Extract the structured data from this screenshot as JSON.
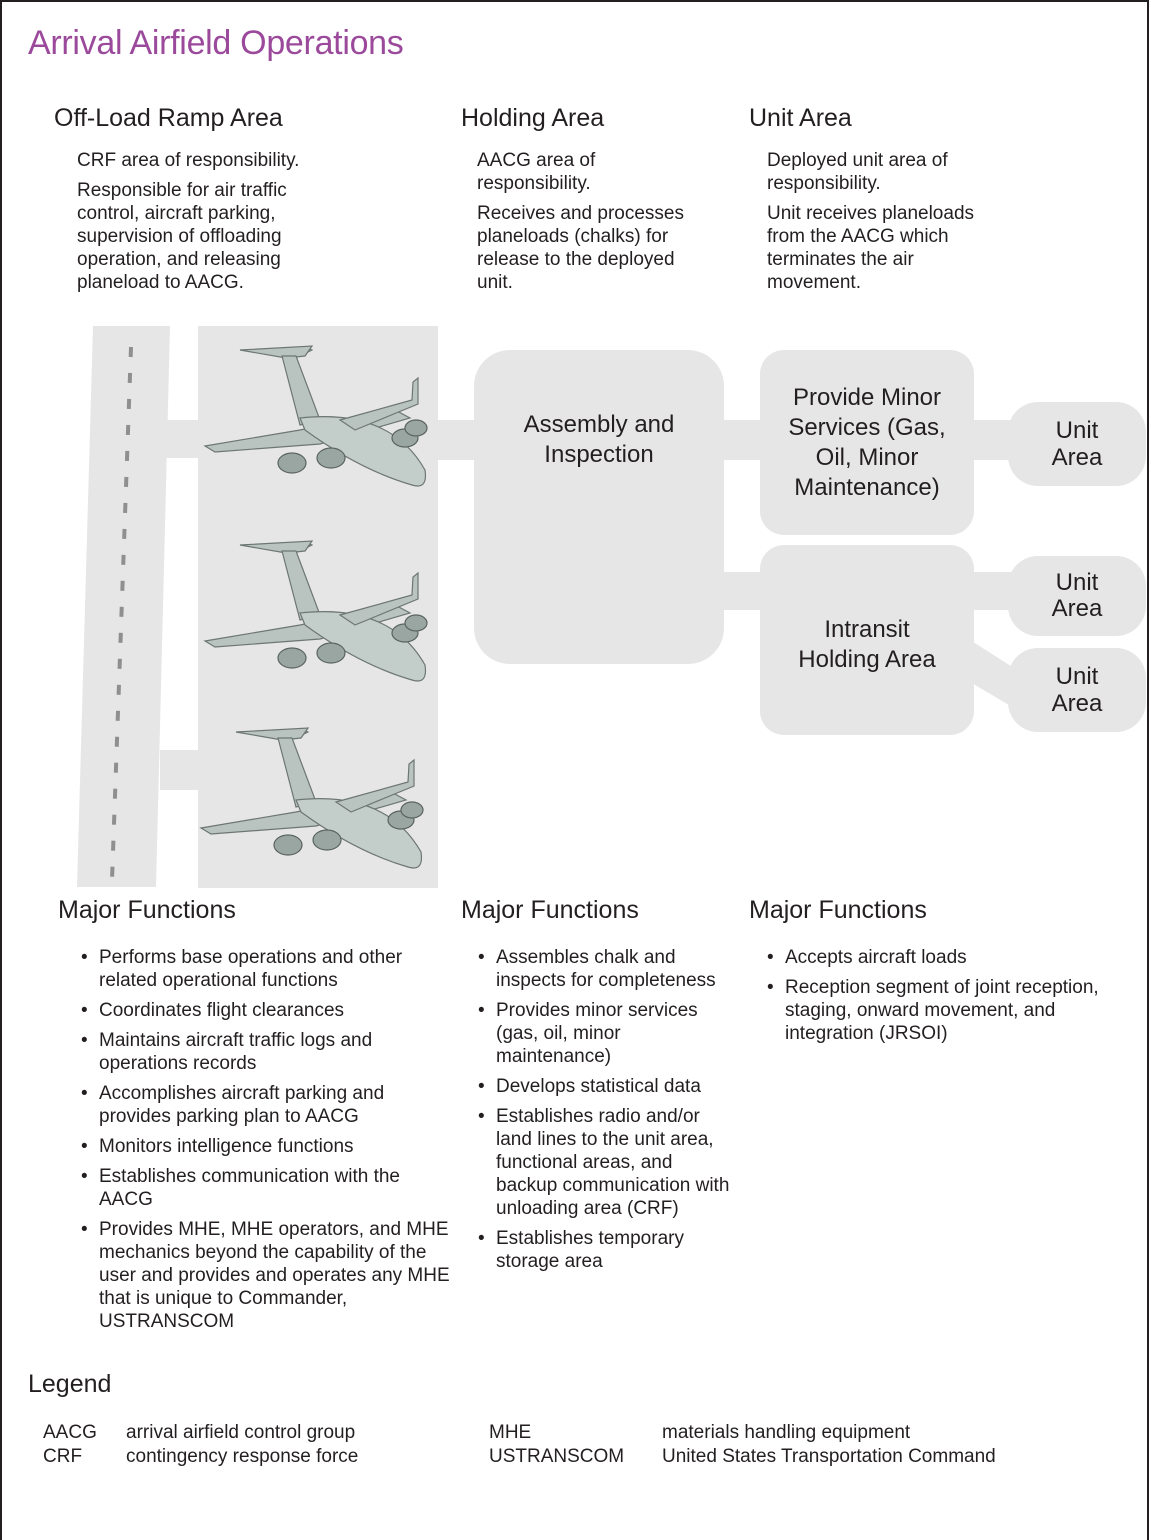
{
  "title": "Arrival Airfield Operations",
  "columns": [
    {
      "heading": "Off-Load Ramp Area",
      "desc": [
        "CRF area of responsibility.",
        "Responsible for air traffic control, aircraft parking, supervision of offloading operation, and releasing planeload to AACG."
      ]
    },
    {
      "heading": "Holding Area",
      "desc": [
        "AACG area of responsibility.",
        "Receives and processes planeloads (chalks) for release to the deployed unit."
      ]
    },
    {
      "heading": "Unit Area",
      "desc": [
        "Deployed unit area of responsibility.",
        "Unit receives planeloads from the AACG which terminates the air movement."
      ]
    }
  ],
  "diagram": {
    "assembly": "Assembly and Inspection",
    "minor_services": "Provide Minor Services (Gas, Oil, Minor Maintenance)",
    "intransit": "Intransit Holding Area",
    "unit_area_1": "Unit Area",
    "unit_area_2": "Unit Area",
    "unit_area_3": "Unit Area",
    "colors": {
      "shape_fill": "#e6e6e6",
      "title": "#9b4a9b",
      "aircraft": "#b9c4c0"
    }
  },
  "functions": [
    {
      "heading": "Major Functions",
      "items": [
        "Performs base operations and other related operational functions",
        "Coordinates flight clearances",
        "Maintains aircraft traffic logs and operations records",
        "Accomplishes aircraft parking and provides parking plan to AACG",
        "Monitors intelligence functions",
        "Establishes communication with the AACG",
        "Provides MHE, MHE operators, and MHE mechanics beyond the capability of the user and provides and operates any MHE that is unique to Commander, USTRANSCOM"
      ]
    },
    {
      "heading": "Major Functions",
      "items": [
        "Assembles chalk and inspects for completeness",
        "Provides minor services (gas, oil, minor maintenance)",
        "Develops statistical data",
        "Establishes radio and/or land lines to the unit area, functional areas, and backup communication with unloading area (CRF)",
        "Establishes temporary storage area"
      ]
    },
    {
      "heading": "Major Functions",
      "items": [
        "Accepts aircraft loads",
        "Reception segment of joint reception, staging, onward movement, and integration (JRSOI)"
      ]
    }
  ],
  "legend": {
    "title": "Legend",
    "entries": [
      {
        "abbr": "AACG",
        "meaning": "arrival airfield control group"
      },
      {
        "abbr": "CRF",
        "meaning": "contingency response force"
      },
      {
        "abbr": "MHE",
        "meaning": "materials handling equipment"
      },
      {
        "abbr": "USTRANSCOM",
        "meaning": "United States Transportation Command"
      }
    ]
  }
}
